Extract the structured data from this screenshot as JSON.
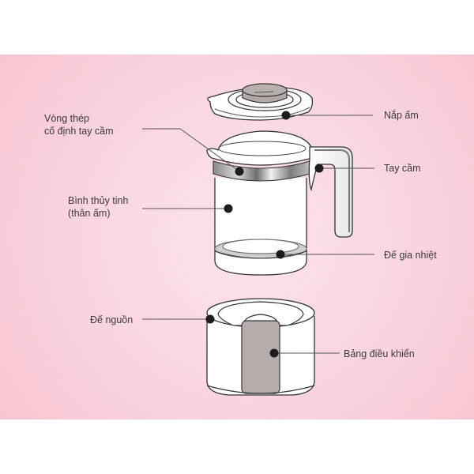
{
  "diagram": {
    "subject": "Glass electric kettle parts",
    "background_color": "#f9d6e0",
    "labels": {
      "lid": "Nắp ấm",
      "steel_ring_line1": "Vòng thép",
      "steel_ring_line2": "cố định tay cầm",
      "handle": "Tay cầm",
      "glass_body_line1": "Bình thủy tinh",
      "glass_body_line2": "(thân ấm)",
      "heating_base": "Đế gia nhiệt",
      "power_base": "Đế nguồn",
      "control_panel": "Bảng điều khiển"
    }
  }
}
